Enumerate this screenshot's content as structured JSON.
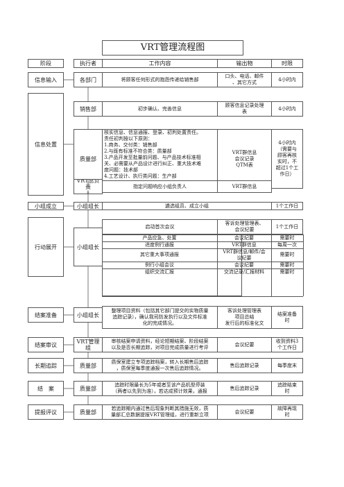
{
  "title": "VRT管理流程图",
  "header": {
    "stage": "阶段",
    "executor": "执行者",
    "content": "工作内容",
    "output": "输出物",
    "time": "时限"
  },
  "rows": {
    "info_input": {
      "stage": "信息输入",
      "executor": "各部门",
      "content": "将顾客任何形式的抱怨传递给销售部",
      "output": [
        "口头、电话、邮件",
        "、其它方式"
      ],
      "time": "4小时内"
    },
    "sales": {
      "executor": "销售部",
      "content": "初步确认、完善信息",
      "output": [
        "顾客信息记录处理",
        "表"
      ],
      "time": "4小时内"
    },
    "info_process": {
      "stage": "信息处置"
    },
    "quality": {
      "executor": "质量部",
      "content": [
        "核实信息、信息通报、登录、初判处置责任。",
        "责任初判按以下原则：",
        "1.商务、交付类：销售部",
        "2.与既有标准不符合类：质量部",
        "3.产品开发至批量前问题、与产品技术标准相",
        "关、必需要从产品设计进行纠正、重大技术难",
        "度问题：技术部",
        "4.工艺设计、执行类问题：生产部"
      ],
      "output": [
        "VRT群信息",
        "会议记录",
        "QTM表"
      ],
      "time": [
        "4小时内",
        "（需要与",
        "顾客再核",
        "实时，不",
        "超过1个工",
        "作日）"
      ]
    },
    "vrt_leader": {
      "executor": [
        "VRT总负责",
        "人"
      ],
      "content": "指定问题响应小组负责人",
      "output": "VRT群信息"
    },
    "team_setup": {
      "stage": "小组成立",
      "executor": "小组组长",
      "content": "遴选组员、成立小组",
      "time": "1个工作日"
    },
    "action": {
      "stage": "行动展开",
      "executor": "小组组长",
      "items": [
        {
          "content": "启动首次会议",
          "output": [
            "客诉处理管理表、",
            "会议纪要"
          ],
          "time": "1个工作日"
        },
        {
          "content": "产品应急、处置",
          "output": [
            "会议纪要"
          ],
          "time": "需要时"
        },
        {
          "content": "进度例行通报",
          "output": [
            "VRT群信息"
          ],
          "time": "每周一次"
        },
        {
          "content": "其它重大事项通报",
          "output": [
            "VRT群信息/邮件/会",
            "议纪要"
          ],
          "time": "需要时"
        },
        {
          "content": "例行小组会议",
          "output": [
            "会议纪要"
          ],
          "time": "需要时"
        },
        {
          "content": "组织交流汇报",
          "output": [
            "交流记录/汇报材料"
          ],
          "time": "需要时"
        }
      ]
    },
    "close_prep": {
      "stage": "结案准备",
      "executor": "小组组长",
      "content": [
        "整理项目资料（包括其它部门提交的实物质量",
        "追踪记录），确认我司防发执行以及文件标准",
        "化的完成情况。"
      ],
      "output": [
        "客诉处理管理表",
        "项目总结",
        "发行后的标准化文"
      ],
      "time": [
        "结案准备",
        "时"
      ]
    },
    "close_review": {
      "stage": "结案审议",
      "executor": "VRT管理组",
      "content": [
        "审核结案申请资料，经论短期结案、阶段结案",
        "以及是否长期追踪，对项目完成质量进行考评"
      ],
      "output": "会议纪要",
      "time": [
        "收到资料3",
        "个工作日"
      ]
    },
    "long_track": {
      "stage": "长期追踪",
      "executor": "质量部",
      "content": [
        "质保室建立专项追踪档案，转入长期售后追踪",
        "，质保室每季度通报一次售后追踪情况。"
      ],
      "output": "售后追踪记录",
      "time": "每季度末"
    },
    "close": {
      "stage": "结　案",
      "executor": "质量部",
      "content": [
        "追踪时限最长为5年或者至该产品机型停装",
        "（两者以先到为准），若达成预计效果，通报"
      ],
      "output": "售后追踪记录",
      "time": [
        "追踪结束",
        "时"
      ]
    },
    "reopen": {
      "stage": "提报评议",
      "executor": "质量部",
      "content": [
        "若追踪期内通过售后现象判断其措施无效，质",
        "量部汇总数据提报VRT管理组，进行重新立项"
      ],
      "output": "会议纪要",
      "time": [
        "故障再现",
        "时"
      ]
    }
  }
}
